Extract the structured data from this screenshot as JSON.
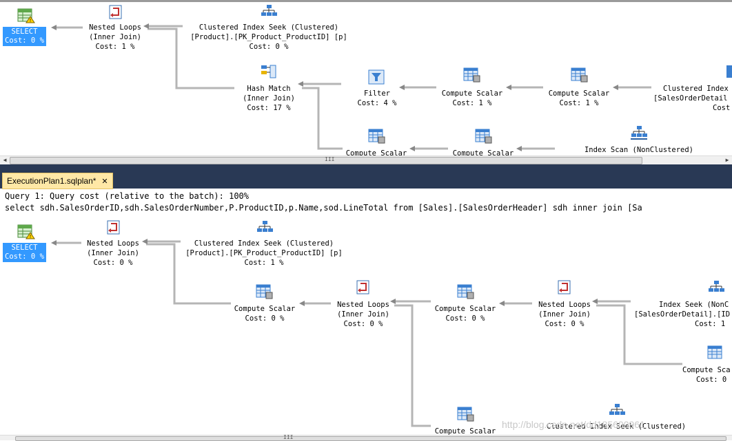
{
  "top_pane": {
    "operators": [
      {
        "id": "select",
        "lines": [
          "SELECT",
          "Cost: 0 %"
        ],
        "icon": "select-icon"
      },
      {
        "id": "nested-loops",
        "lines": [
          "Nested Loops",
          "(Inner Join)",
          "Cost: 1 %"
        ],
        "icon": "nested-loops-icon"
      },
      {
        "id": "clustered-seek",
        "lines": [
          "Clustered Index Seek (Clustered)",
          "[Product].[PK_Product_ProductID] [p]",
          "Cost: 0 %"
        ],
        "icon": "index-seek-icon"
      },
      {
        "id": "hash-match",
        "lines": [
          "Hash Match",
          "(Inner Join)",
          "Cost: 17 %"
        ],
        "icon": "hash-match-icon"
      },
      {
        "id": "filter",
        "lines": [
          "Filter",
          "Cost: 4 %"
        ],
        "icon": "filter-icon"
      },
      {
        "id": "compute-scalar-1",
        "lines": [
          "Compute Scalar",
          "Cost: 1 %"
        ],
        "icon": "compute-scalar-icon"
      },
      {
        "id": "compute-scalar-2",
        "lines": [
          "Compute Scalar",
          "Cost: 1 %"
        ],
        "icon": "compute-scalar-icon"
      },
      {
        "id": "clustered-index-right",
        "lines": [
          "Clustered Index",
          "[SalesOrderDetail",
          "Cost"
        ],
        "icon": "index-seek-icon"
      },
      {
        "id": "compute-scalar-3",
        "lines": [
          "Compute Scalar"
        ],
        "icon": "compute-scalar-icon"
      },
      {
        "id": "compute-scalar-4",
        "lines": [
          "Compute Scalar"
        ],
        "icon": "compute-scalar-icon"
      },
      {
        "id": "index-scan",
        "lines": [
          "Index Scan (NonClustered)"
        ],
        "icon": "index-scan-icon"
      }
    ]
  },
  "document_tab": {
    "label": "ExecutionPlan1.sqlplan*",
    "close": "✕"
  },
  "query_header": {
    "line1": "Query 1: Query cost (relative to the batch): 100%",
    "line2": "select sdh.SalesOrderID,sdh.SalesOrderNumber,P.ProductID,p.Name,sod.LineTotal from [Sales].[SalesOrderHeader] sdh inner join [Sa"
  },
  "bottom_pane": {
    "operators": [
      {
        "id": "select",
        "lines": [
          "SELECT",
          "Cost: 0 %"
        ],
        "icon": "select-icon"
      },
      {
        "id": "nested-loops-1",
        "lines": [
          "Nested Loops",
          "(Inner Join)",
          "Cost: 0 %"
        ],
        "icon": "nested-loops-icon"
      },
      {
        "id": "clustered-seek",
        "lines": [
          "Clustered Index Seek (Clustered)",
          "[Product].[PK_Product_ProductID] [p]",
          "Cost: 1 %"
        ],
        "icon": "index-seek-icon"
      },
      {
        "id": "compute-scalar-1",
        "lines": [
          "Compute Scalar",
          "Cost: 0 %"
        ],
        "icon": "compute-scalar-icon"
      },
      {
        "id": "nested-loops-2",
        "lines": [
          "Nested Loops",
          "(Inner Join)",
          "Cost: 0 %"
        ],
        "icon": "nested-loops-icon"
      },
      {
        "id": "compute-scalar-2",
        "lines": [
          "Compute Scalar",
          "Cost: 0 %"
        ],
        "icon": "compute-scalar-icon"
      },
      {
        "id": "nested-loops-3",
        "lines": [
          "Nested Loops",
          "(Inner Join)",
          "Cost: 0 %"
        ],
        "icon": "nested-loops-icon"
      },
      {
        "id": "index-seek-nonclustered",
        "lines": [
          "Index Seek (NonC",
          "[SalesOrderDetail].[ID",
          "Cost: 1"
        ],
        "icon": "index-seek-icon"
      },
      {
        "id": "compute-scalar-3",
        "lines": [
          "Compute Sca",
          "Cost: 0"
        ],
        "icon": "compute-scalar-icon"
      },
      {
        "id": "compute-scalar-4",
        "lines": [
          "Compute Scalar"
        ],
        "icon": "compute-scalar-icon"
      },
      {
        "id": "clustered-seek-2",
        "lines": [
          "Clustered Index Seek (Clustered)"
        ],
        "icon": "index-seek-icon"
      }
    ]
  },
  "watermark": "http://blog.csdn.net/dd185600961",
  "scroll_grip": "III"
}
